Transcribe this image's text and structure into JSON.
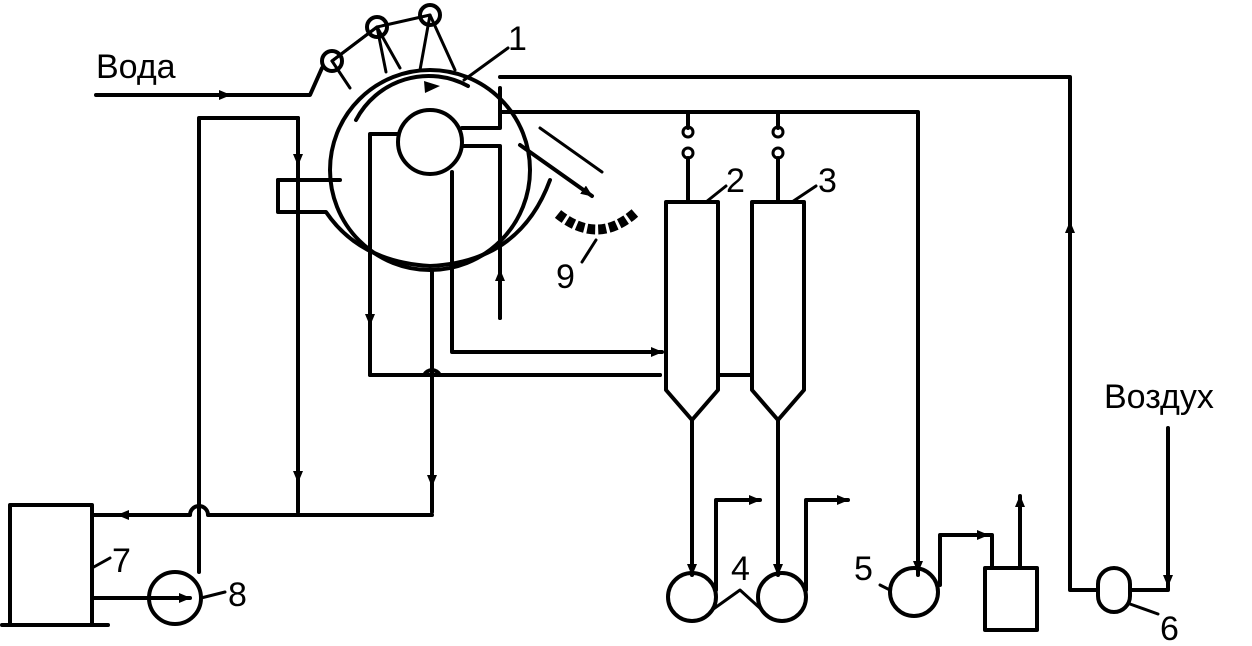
{
  "labels": {
    "water": "Вода",
    "air": "Воздух",
    "n1": "1",
    "n2": "2",
    "n3": "3",
    "n4": "4",
    "n5": "5",
    "n6": "6",
    "n7": "7",
    "n8": "8",
    "n9": "9"
  },
  "colors": {
    "line": "#000000",
    "background": "#ffffff"
  }
}
